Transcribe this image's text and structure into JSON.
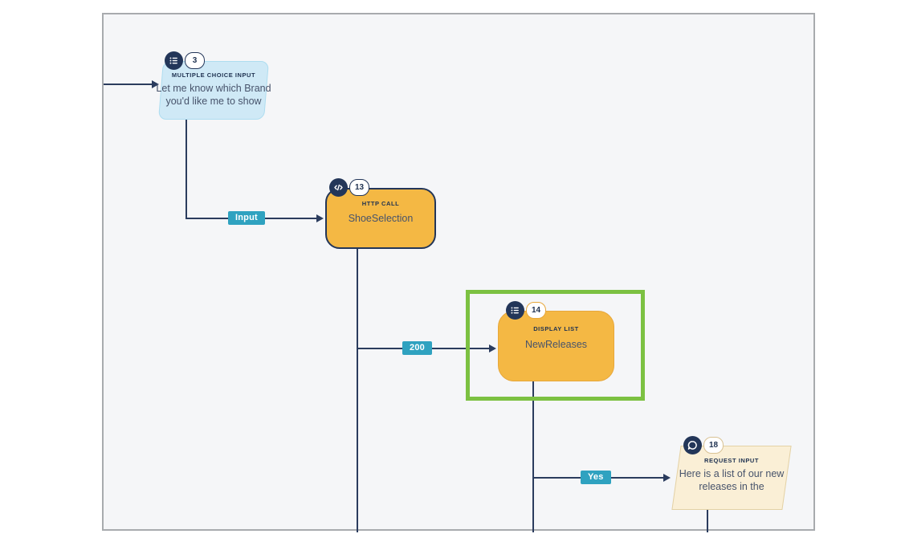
{
  "nodes": [
    {
      "badge": "3",
      "type_label": "MULTIPLE CHOICE INPUT",
      "text": "Let me know which Brand you'd like me to show",
      "icon": "list-icon",
      "fill": "#cfe9f6"
    },
    {
      "badge": "13",
      "type_label": "HTTP CALL",
      "text": "ShoeSelection",
      "icon": "code-icon",
      "fill": "#f4b844"
    },
    {
      "badge": "14",
      "type_label": "DISPLAY LIST",
      "text": "NewReleases",
      "icon": "list-icon",
      "fill": "#f4b844",
      "selected": true
    },
    {
      "badge": "18",
      "type_label": "REQUEST INPUT",
      "text": "Here is a list of our new releases in the",
      "icon": "chat-icon",
      "fill": "#faefd6"
    }
  ],
  "connectors": [
    {
      "label": "Input"
    },
    {
      "label": "200"
    },
    {
      "label": "Yes"
    }
  ],
  "colors": {
    "navy": "#233659",
    "line": "#2b3c5e",
    "teal_label": "#2fa2c0",
    "selection_green": "#7cc142",
    "light_blue_node": "#cfe9f6",
    "orange_node": "#f4b844",
    "cream_node": "#faefd6",
    "canvas_bg": "#f5f6f8"
  }
}
